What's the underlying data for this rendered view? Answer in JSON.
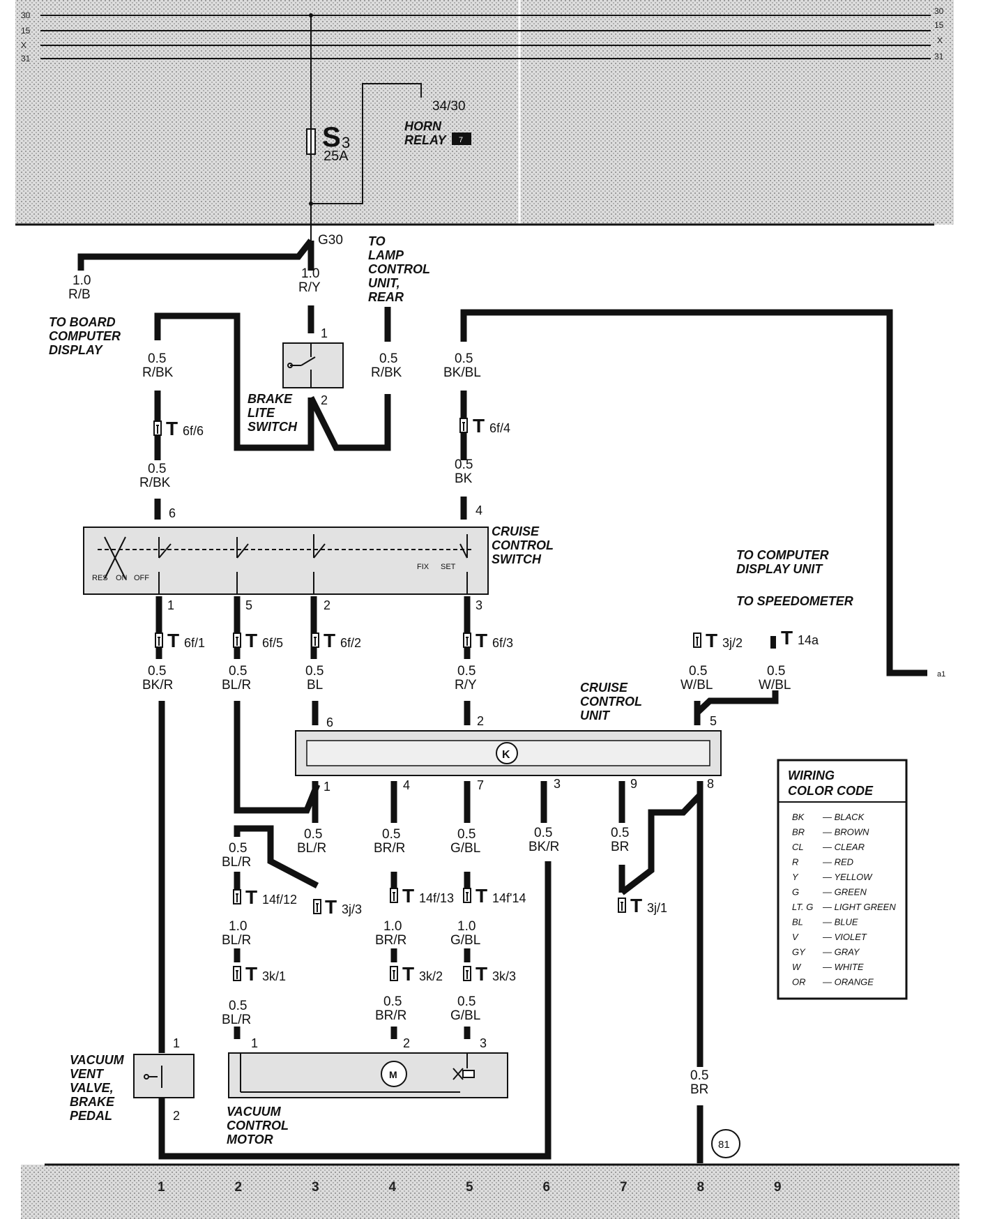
{
  "bus": {
    "lines": [
      {
        "left": "30",
        "right": "30"
      },
      {
        "left": "15",
        "right": "15"
      },
      {
        "left": "X",
        "right": "X"
      },
      {
        "left": "31",
        "right": "31"
      }
    ]
  },
  "fuse": {
    "name": "S",
    "sub": "3",
    "rating": "25A"
  },
  "horn_relay": {
    "terminal": "34/30",
    "label_1": "HORN",
    "label_2": "RELAY",
    "badge": "7"
  },
  "ground_g30": "G30",
  "wires": {
    "rb_size": "1.0",
    "rb_color": "R/B",
    "ry1_size": "1.0",
    "ry1_color": "R/Y",
    "rbk_a_size": "0.5",
    "rbk_a_color": "R/BK",
    "rbk_b_size": "0.5",
    "rbk_b_color": "R/BK",
    "rbk_c_size": "0.5",
    "rbk_c_color": "R/BK",
    "bkbl_size": "0.5",
    "bkbl_color": "BK/BL",
    "bk_size": "0.5",
    "bk_color": "BK",
    "bkr1_size": "0.5",
    "bkr1_color": "BK/R",
    "blr1_size": "0.5",
    "blr1_color": "BL/R",
    "bl_size": "0.5",
    "bl_color": "BL",
    "ry2_size": "0.5",
    "ry2_color": "R/Y",
    "wbl1_size": "0.5",
    "wbl1_color": "W/BL",
    "wbl2_size": "0.5",
    "wbl2_color": "W/BL",
    "blr2_size": "0.5",
    "blr2_color": "BL/R",
    "blr3_size": "0.5",
    "blr3_color": "BL/R",
    "brr1_size": "0.5",
    "brr1_color": "BR/R",
    "gbl1_size": "0.5",
    "gbl1_color": "G/BL",
    "bkr2_size": "0.5",
    "bkr2_color": "BK/R",
    "br1_size": "0.5",
    "br1_color": "BR",
    "blr4_size": "1.0",
    "blr4_color": "BL/R",
    "brr2_size": "1.0",
    "brr2_color": "BR/R",
    "gbl2_size": "1.0",
    "gbl2_color": "G/BL",
    "blr5_size": "0.5",
    "blr5_color": "BL/R",
    "brr3_size": "0.5",
    "brr3_color": "BR/R",
    "gbl3_size": "0.5",
    "gbl3_color": "G/BL",
    "br2_size": "0.5",
    "br2_color": "BR"
  },
  "texts": {
    "to_board_1": "TO BOARD",
    "to_board_2": "COMPUTER",
    "to_board_3": "DISPLAY",
    "to_lamp_1": "TO",
    "to_lamp_2": "LAMP",
    "to_lamp_3": "CONTROL",
    "to_lamp_4": "UNIT,",
    "to_lamp_5": "REAR",
    "brake_1": "BRAKE",
    "brake_2": "LITE",
    "brake_3": "SWITCH",
    "ccs_1": "CRUISE",
    "ccs_2": "CONTROL",
    "ccs_3": "SWITCH",
    "ccs_res": "RES",
    "ccs_on": "ON",
    "ccs_off": "OFF",
    "ccs_fix": "FIX",
    "ccs_set": "SET",
    "to_comp_1": "TO COMPUTER",
    "to_comp_2": "DISPLAY UNIT",
    "to_speedo": "TO SPEEDOMETER",
    "ccu_1": "CRUISE",
    "ccu_2": "CONTROL",
    "ccu_3": "UNIT",
    "ccu_k": "K",
    "vv_1": "VACUUM",
    "vv_2": "VENT",
    "vv_3": "VALVE,",
    "vv_4": "BRAKE",
    "vv_5": "PEDAL",
    "vcm_1": "VACUUM",
    "vcm_2": "CONTROL",
    "vcm_3": "MOTOR",
    "motor_m": "M",
    "edge_ref": "a1",
    "ground_ref": "81"
  },
  "connectors": {
    "t6f6": {
      "main": "T",
      "sub": "6f/6"
    },
    "t6f4": {
      "main": "T",
      "sub": "6f/4"
    },
    "t6f1": {
      "main": "T",
      "sub": "6f/1"
    },
    "t6f5": {
      "main": "T",
      "sub": "6f/5"
    },
    "t6f2": {
      "main": "T",
      "sub": "6f/2"
    },
    "t6f3": {
      "main": "T",
      "sub": "6f/3"
    },
    "t3j2": {
      "main": "T",
      "sub": "3j/2"
    },
    "t14a": {
      "main": "T",
      "sub": "14a"
    },
    "t14f12": {
      "main": "T",
      "sub": "14f/12"
    },
    "t3j3": {
      "main": "T",
      "sub": "3j/3"
    },
    "t14f13": {
      "main": "T",
      "sub": "14f/13"
    },
    "t14f14": {
      "main": "T",
      "sub": "14f'14"
    },
    "t3j1": {
      "main": "T",
      "sub": "3j/1"
    },
    "t3k1": {
      "main": "T",
      "sub": "3k/1"
    },
    "t3k2": {
      "main": "T",
      "sub": "3k/2"
    },
    "t3k3": {
      "main": "T",
      "sub": "3k/3"
    }
  },
  "pins": {
    "brake_1": "1",
    "brake_2": "2",
    "ccs_6": "6",
    "ccs_4": "4",
    "ccs_1": "1",
    "ccs_5": "5",
    "ccs_2": "2",
    "ccs_3": "3",
    "ccu_6": "6",
    "ccu_2": "2",
    "ccu_5": "5",
    "ccu_1": "1",
    "ccu_4": "4",
    "ccu_7": "7",
    "ccu_3": "3",
    "ccu_9": "9",
    "ccu_8": "8",
    "vv_1": "1",
    "vv_2": "2",
    "vcm_1": "1",
    "vcm_2": "2",
    "vcm_3": "3"
  },
  "legend": {
    "title_1": "WIRING",
    "title_2": "COLOR CODE",
    "entries": [
      {
        "code": "BK",
        "name": "— BLACK"
      },
      {
        "code": "BR",
        "name": "— BROWN"
      },
      {
        "code": "CL",
        "name": "— CLEAR"
      },
      {
        "code": "R",
        "name": "— RED"
      },
      {
        "code": "Y",
        "name": "— YELLOW"
      },
      {
        "code": "G",
        "name": "— GREEN"
      },
      {
        "code": "LT. G",
        "name": "— LIGHT GREEN"
      },
      {
        "code": "BL",
        "name": "— BLUE"
      },
      {
        "code": "V",
        "name": "— VIOLET"
      },
      {
        "code": "GY",
        "name": "— GRAY"
      },
      {
        "code": "W",
        "name": "— WHITE"
      },
      {
        "code": "OR",
        "name": "— ORANGE"
      }
    ]
  },
  "footer_numbers": [
    "1",
    "2",
    "3",
    "4",
    "5",
    "6",
    "7",
    "8",
    "9"
  ]
}
